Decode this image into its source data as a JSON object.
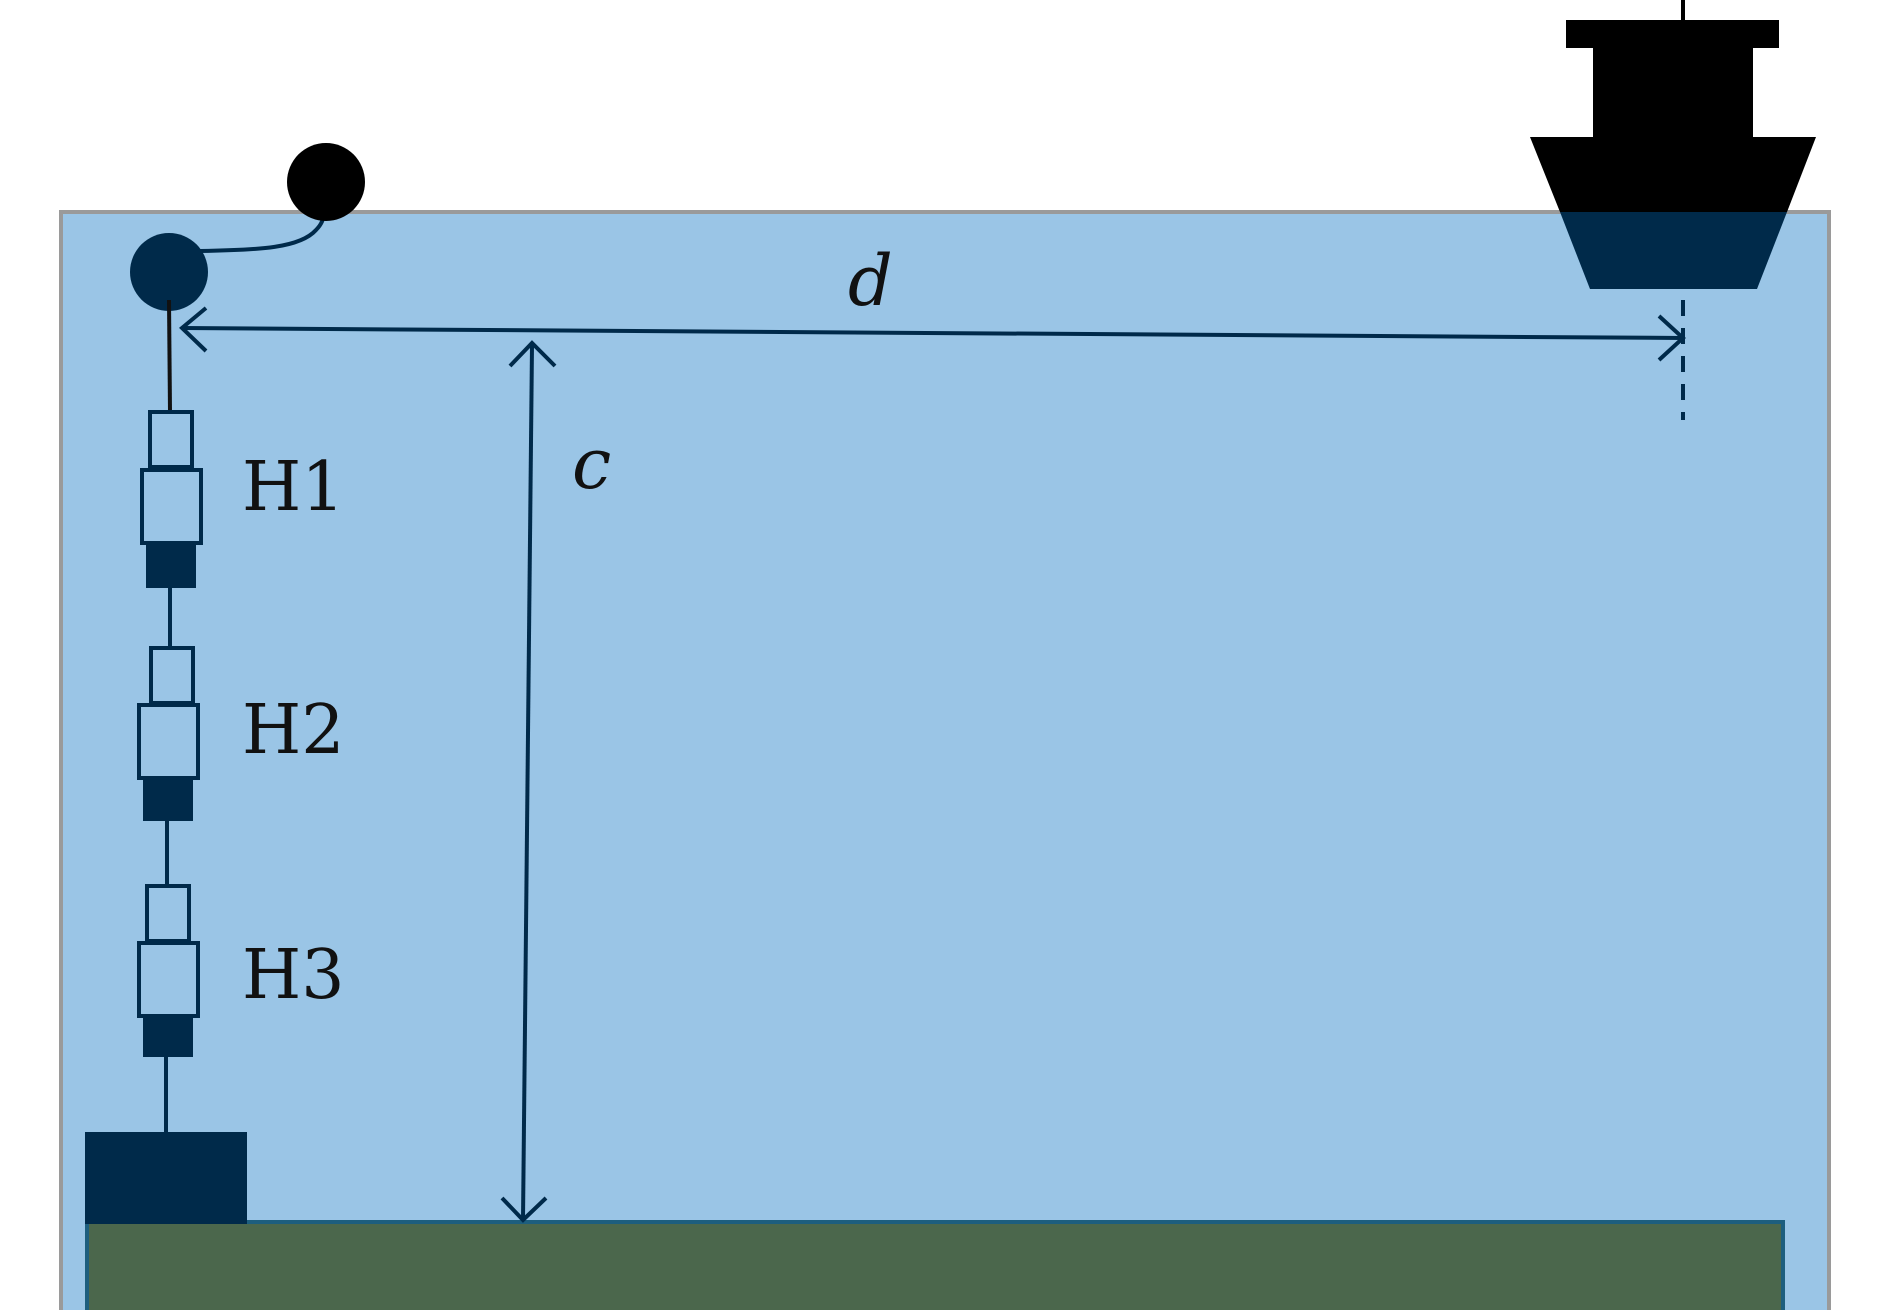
{
  "hydrophones": [
    {
      "label": "H1"
    },
    {
      "label": "H2"
    },
    {
      "label": "H3"
    }
  ],
  "dimensions": {
    "horizontal_label": "d",
    "vertical_label": "c"
  },
  "colors": {
    "water": "#9ac5e6",
    "water_border": "#9a9a9a",
    "dark_navy": "#002a4a",
    "seabed": "#4b674c",
    "seabed_border": "#1d5e7e",
    "ship": "#000000",
    "buoy": "#000000"
  },
  "icons": [
    "surface-buoy-icon",
    "subsurface-float-icon",
    "ship-icon",
    "anchor-weight-icon",
    "hydrophone-icon"
  ]
}
